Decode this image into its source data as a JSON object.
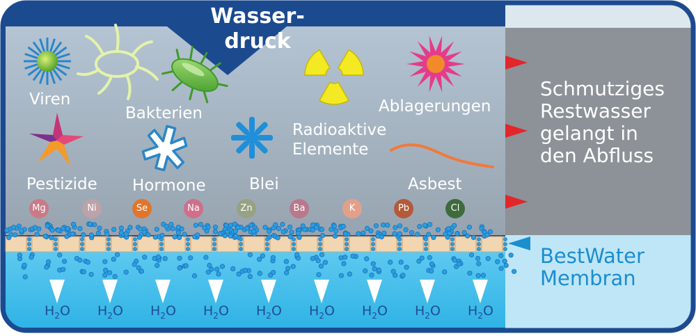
{
  "pressure": {
    "line1": "Wasser-",
    "line2": "druck"
  },
  "contaminants": [
    {
      "key": "viren",
      "label": "Viren"
    },
    {
      "key": "bakterien",
      "label": "Bakterien"
    },
    {
      "key": "radio1",
      "label": "Radioaktive"
    },
    {
      "key": "radio2",
      "label": "Elemente"
    },
    {
      "key": "ablagerungen",
      "label": "Ablagerungen"
    },
    {
      "key": "pestizide",
      "label": "Pestizide"
    },
    {
      "key": "hormone",
      "label": "Hormone"
    },
    {
      "key": "blei",
      "label": "Blei"
    },
    {
      "key": "asbest",
      "label": "Asbest"
    }
  ],
  "elements": [
    {
      "symbol": "Mg",
      "color": "#c97a86"
    },
    {
      "symbol": "Ni",
      "color": "#bda2a8"
    },
    {
      "symbol": "Se",
      "color": "#e0762c"
    },
    {
      "symbol": "Na",
      "color": "#cf6f8a"
    },
    {
      "symbol": "Zn",
      "color": "#97a283"
    },
    {
      "symbol": "Ba",
      "color": "#b9788c"
    },
    {
      "symbol": "K",
      "color": "#e3a089"
    },
    {
      "symbol": "Pb",
      "color": "#b45a3a"
    },
    {
      "symbol": "Cl",
      "color": "#3f6b3c"
    }
  ],
  "output_label": {
    "h": "H",
    "sub": "2",
    "o": "O"
  },
  "waste": {
    "line1": "Schmutziges",
    "line2": "Restwasser",
    "line3": "gelangt in",
    "line4": "den Abfluss"
  },
  "membrane": {
    "line1": "BestWater",
    "line2": "Membran"
  },
  "colors": {
    "frame": "#1b4a8f",
    "grey_top": "#b2c2d1",
    "grey_bottom": "#9aa7b3",
    "water": "#3fbde9",
    "side_grey": "#8c9297",
    "side_blue": "#bfe6f7",
    "arrow_red": "#e2262a",
    "arrow_blue": "#1a8ecf",
    "membrane_tile": "#f1d6b1"
  }
}
